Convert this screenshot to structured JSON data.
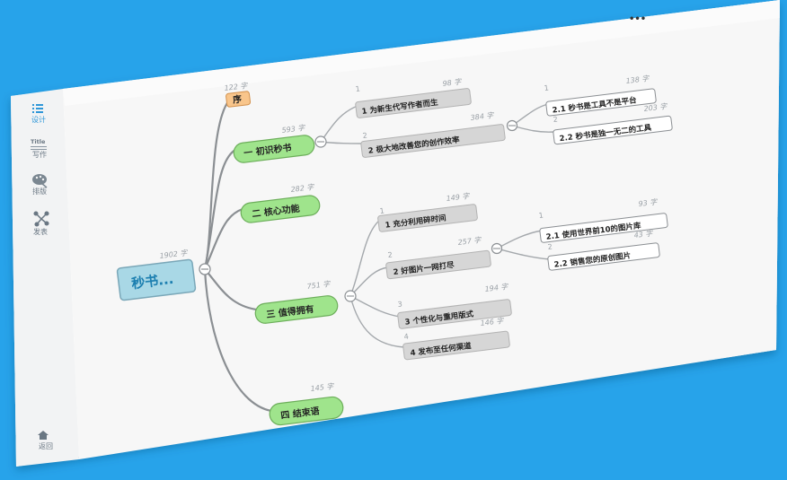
{
  "window": {
    "menu_dots": "•••"
  },
  "sidebar": {
    "items": [
      {
        "label": "设计",
        "icon": "design-list-icon",
        "active": true
      },
      {
        "label": "写作",
        "icon": "title-writing-icon",
        "title_glyph": "Title",
        "active": false
      },
      {
        "label": "排版",
        "icon": "palette-icon",
        "active": false
      },
      {
        "label": "发表",
        "icon": "share-icon",
        "active": false
      }
    ],
    "back": {
      "label": "返回",
      "icon": "home-icon"
    }
  },
  "mindmap": {
    "root": {
      "label": "秒书...",
      "count": "1902 字"
    },
    "branches": [
      {
        "label": "序",
        "count": "122 字"
      },
      {
        "label": "一 初识秒书",
        "count": "593 字",
        "children": [
          {
            "index": "1",
            "label": "1 为新生代写作者而生",
            "count": "98 字"
          },
          {
            "index": "2",
            "label": "2 极大地改善您的创作效率",
            "count": "384 字",
            "children": [
              {
                "index": "1",
                "label": "2.1 秒书是工具不是平台",
                "count": "138 字"
              },
              {
                "index": "2",
                "label": "2.2 秒书是独一无二的工具",
                "count": "203 字"
              }
            ]
          }
        ]
      },
      {
        "label": "二 核心功能",
        "count": "282 字"
      },
      {
        "label": "三 值得拥有",
        "count": "751 字",
        "children": [
          {
            "index": "1",
            "label": "1 充分利用碎时间",
            "count": "149 字"
          },
          {
            "index": "2",
            "label": "2 好图片一网打尽",
            "count": "257 字",
            "children": [
              {
                "index": "1",
                "label": "2.1 使用世界前10的图片库",
                "count": "93 字"
              },
              {
                "index": "2",
                "label": "2.2 销售您的原创图片",
                "count": "43 字"
              }
            ]
          },
          {
            "index": "3",
            "label": "3 个性化与重用版式",
            "count": "194 字"
          },
          {
            "index": "4",
            "label": "4 发布至任何渠道",
            "count": "146 字"
          }
        ]
      },
      {
        "label": "四 结束语",
        "count": "145 字"
      }
    ]
  },
  "colors": {
    "background": "#27a3ea",
    "root_fill": "#a9d8e6",
    "branch_green": "#9fe48c",
    "preface_orange": "#f8c58b",
    "grey_node": "#d6d6d6"
  }
}
